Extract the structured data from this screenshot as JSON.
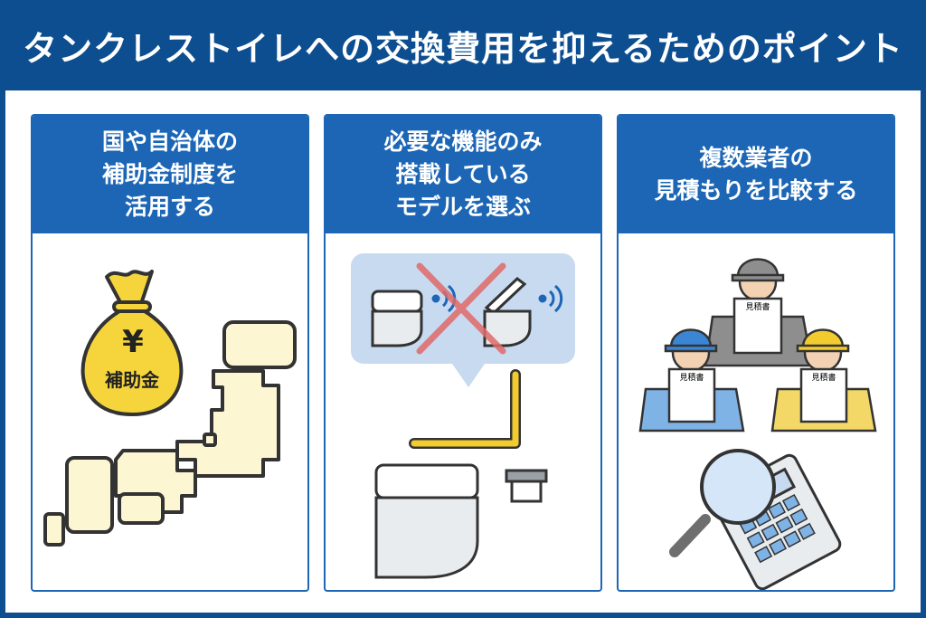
{
  "title": "タンクレストイレへの交換費用を抑えるためのポイント",
  "cards": [
    {
      "lines": [
        "国や自治体の",
        "補助金制度を",
        "活用する"
      ],
      "bag_label": "補助金",
      "yen_symbol": "¥",
      "icons": [
        "money-bag-icon",
        "japan-map-icon"
      ]
    },
    {
      "lines": [
        "必要な機能のみ",
        "搭載している",
        "モデルを選ぶ"
      ],
      "icons": [
        "toilet-icon",
        "cross-icon",
        "handrail-icon",
        "paper-holder-icon"
      ]
    },
    {
      "lines": [
        "複数業者の",
        "見積もりを比較する"
      ],
      "estimate_label": "見積書",
      "icons": [
        "worker-icon",
        "magnifier-icon",
        "calculator-icon"
      ]
    }
  ],
  "colors": {
    "brand": "#0d4e91",
    "card_header": "#1c66b5",
    "bag": "#f5d43c",
    "map": "#fdf6d2",
    "cross": "#e06a6a",
    "rail": "#f2cc2e"
  }
}
